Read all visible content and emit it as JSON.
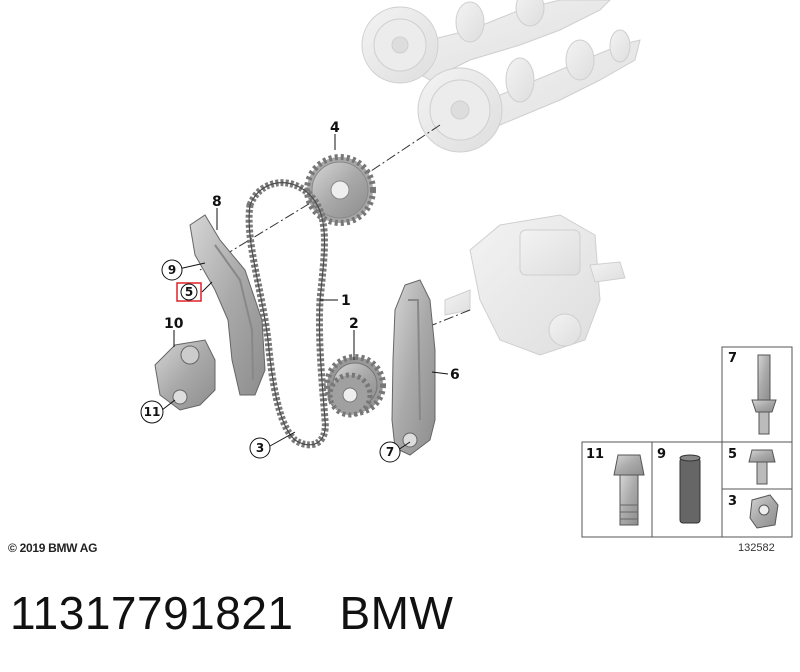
{
  "diagram": {
    "callouts": {
      "c1": "1",
      "c2": "2",
      "c3": "3",
      "c4": "4",
      "c5": "5",
      "c6": "6",
      "c7": "7",
      "c8": "8",
      "c9": "9",
      "c10": "10",
      "c11": "11"
    },
    "parts_grid": {
      "cells": {
        "g7": "7",
        "g11": "11",
        "g9": "9",
        "g5": "5",
        "g3": "3"
      }
    },
    "copyright": "© 2019 BMW AG",
    "doc_number": "132582"
  },
  "footer": {
    "part_number": "11317791821",
    "brand": "BMW"
  },
  "colors": {
    "highlight": "#e0202a",
    "part_fill": "#bdbdbd",
    "ghost_fill": "#e8e8e8"
  }
}
